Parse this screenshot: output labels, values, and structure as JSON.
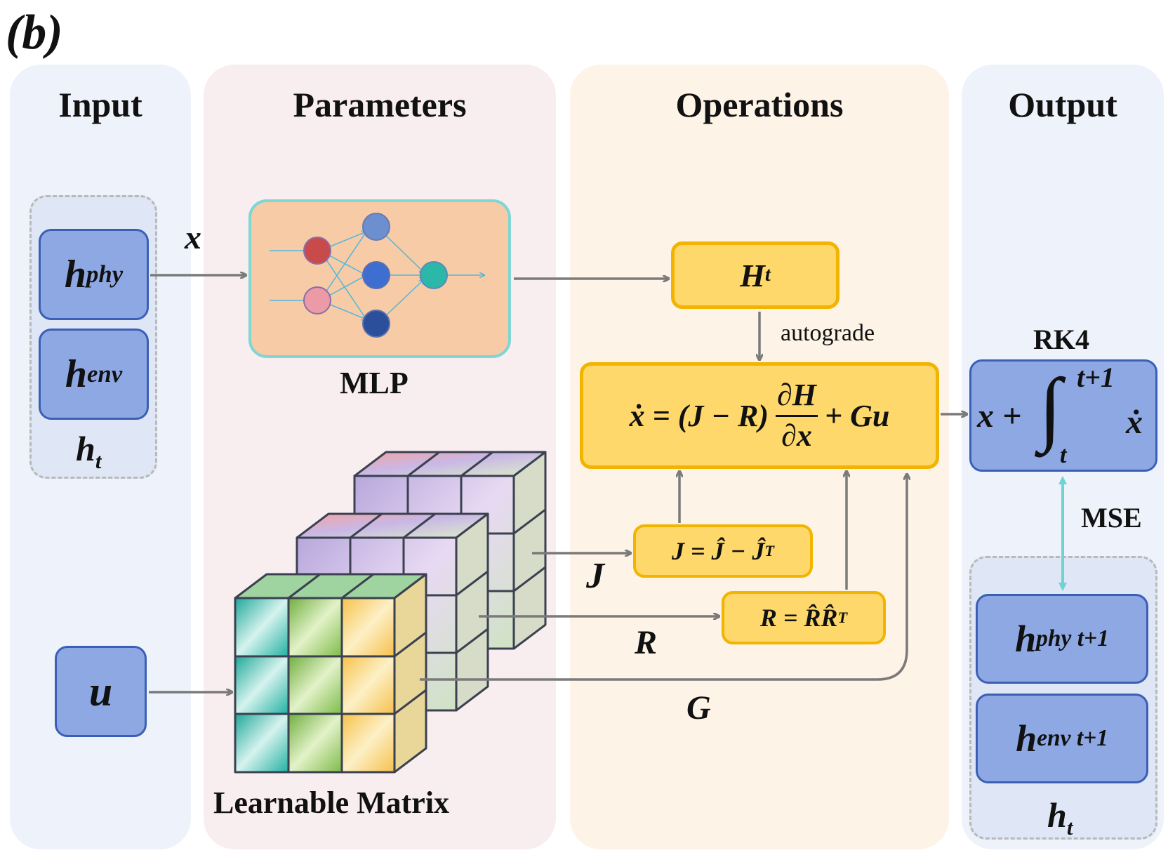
{
  "figure_label": "(b)",
  "columns": {
    "input": "Input",
    "parameters": "Parameters",
    "operations": "Operations",
    "output": "Output"
  },
  "input": {
    "h_phy": {
      "base": "h",
      "sub": "phy"
    },
    "h_env": {
      "base": "h",
      "sub": "env"
    },
    "h_t": {
      "base": "h",
      "sub": "t"
    },
    "u": "u"
  },
  "edge_labels": {
    "x": "x",
    "J": "J",
    "R": "R",
    "G": "G",
    "autograde": "autograde",
    "mse": "MSE"
  },
  "parameters": {
    "mlp_label": "MLP",
    "matrix_label": "Learnable Matrix"
  },
  "operations": {
    "H_t": {
      "base": "H",
      "sub": "t"
    },
    "main_eq": {
      "lhs": "ẋ = (J − R)",
      "num": "∂H",
      "den": "∂x",
      "rhs": "+ Gu"
    },
    "J_eq": {
      "text": "J = Ĵ − Ĵ",
      "sup": "T"
    },
    "R_eq": {
      "text": "R = R̂R̂",
      "sup": "T"
    }
  },
  "output": {
    "rk4_label": "RK4",
    "integral": {
      "prefix": "x +",
      "sign": "∫",
      "upper": "t+1",
      "lower": "t",
      "integrand": "ẋ"
    },
    "h_phy_next": {
      "base": "h",
      "sub": "phy t+1"
    },
    "h_env_next": {
      "base": "h",
      "sub": "env t+1"
    },
    "h_t": {
      "base": "h",
      "sub": "t"
    }
  },
  "colors": {
    "input_panel": "#eef2fa",
    "parameters_panel": "#f8eef0",
    "operations_panel": "#fdf3e7",
    "output_panel": "#eef2fa",
    "blue_box": "#8ea8e3",
    "yellow_box": "#ffd86b",
    "arrow": "#7a7a7a",
    "mse_arrow": "#6fd3d3"
  }
}
